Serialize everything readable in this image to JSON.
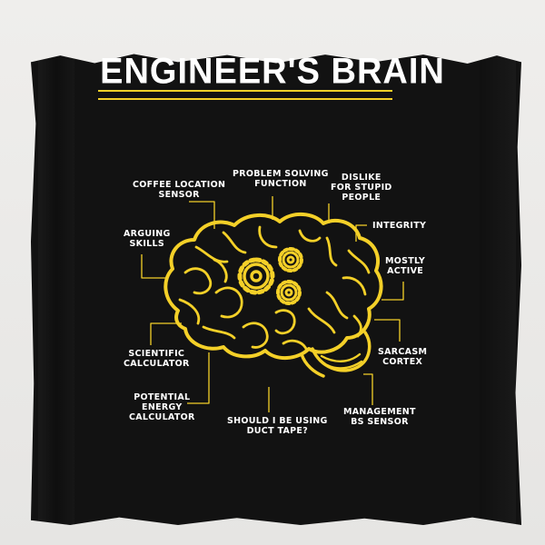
{
  "title": "ENGINEER'S BRAIN",
  "colors": {
    "background": "#121212",
    "accent": "#f4d028",
    "text": "#ffffff"
  },
  "labels": [
    {
      "id": "coffee",
      "lines": [
        "COFFEE LOCATION",
        "SENSOR"
      ]
    },
    {
      "id": "problem",
      "lines": [
        "PROBLEM SOLVING",
        "FUNCTION"
      ]
    },
    {
      "id": "dislike",
      "lines": [
        "DISLIKE",
        "FOR STUPID",
        "PEOPLE"
      ]
    },
    {
      "id": "integrity",
      "lines": [
        "INTEGRITY"
      ]
    },
    {
      "id": "arguing",
      "lines": [
        "ARGUING",
        "SKILLS"
      ]
    },
    {
      "id": "mostly",
      "lines": [
        "MOSTLY",
        "ACTIVE"
      ]
    },
    {
      "id": "scientific",
      "lines": [
        "SCIENTIFIC",
        "CALCULATOR"
      ]
    },
    {
      "id": "sarcasm",
      "lines": [
        "SARCASM",
        "CORTEX"
      ]
    },
    {
      "id": "potential",
      "lines": [
        "POTENTIAL",
        "ENERGY",
        "CALCULATOR"
      ]
    },
    {
      "id": "ducttape",
      "lines": [
        "SHOULD I BE USING",
        "DUCT TAPE?"
      ]
    },
    {
      "id": "management",
      "lines": [
        "MANAGEMENT",
        "BS SENSOR"
      ]
    }
  ]
}
